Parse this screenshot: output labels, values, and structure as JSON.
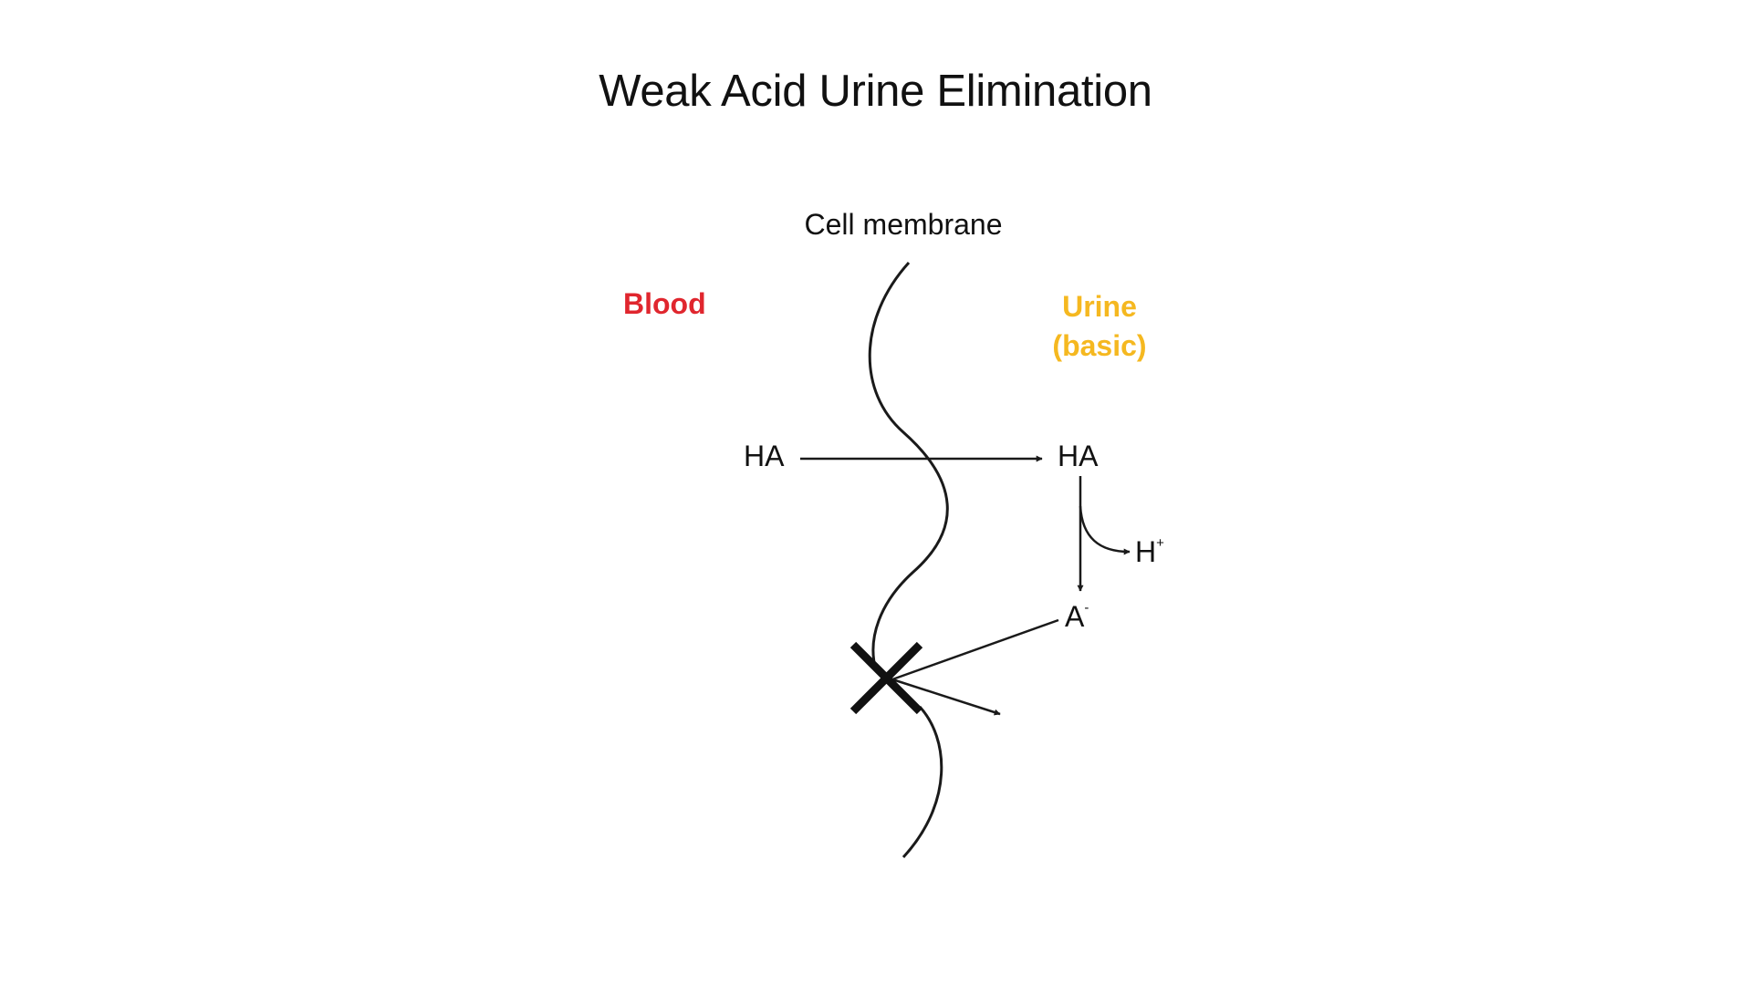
{
  "title": "Weak Acid Urine Elimination",
  "membrane_label": "Cell membrane",
  "compartments": {
    "left": {
      "label": "Blood",
      "color": "#e0262e"
    },
    "right": {
      "label_line1": "Urine",
      "label_line2": "(basic)",
      "color": "#f5b820"
    }
  },
  "species": {
    "ha_blood": "HA",
    "ha_urine": "HA",
    "proton": {
      "base": "H",
      "charge": "+"
    },
    "anion": {
      "base": "A",
      "charge": "-"
    }
  },
  "colors": {
    "line": "#1a1a1a",
    "background": "#ffffff"
  }
}
